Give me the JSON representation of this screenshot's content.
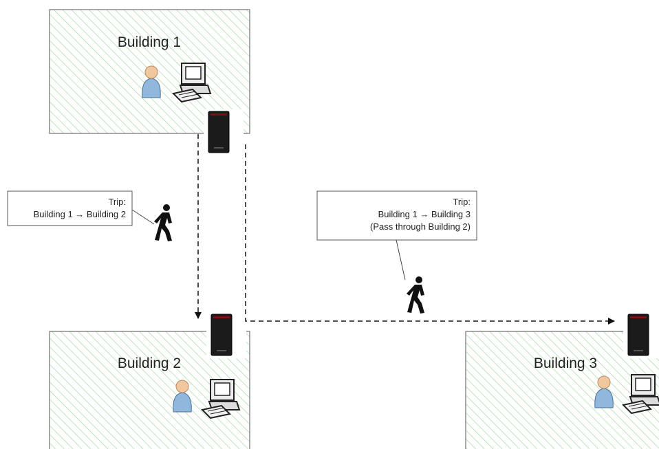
{
  "buildings": {
    "b1": {
      "label": "Building 1"
    },
    "b2": {
      "label": "Building 2"
    },
    "b3": {
      "label": "Building 3"
    }
  },
  "callouts": {
    "trip1": {
      "line1": "Trip:",
      "line2": "Building 1 → Building 2"
    },
    "trip2": {
      "line1": "Trip:",
      "line2": "Building 1 → Building 3",
      "line3": "(Pass through Building 2)"
    }
  },
  "icons": {
    "user": "person-icon",
    "workstation": "computer-icon",
    "reader": "card-reader-icon",
    "walker": "walking-person-icon"
  },
  "colors": {
    "hatch": "#9ed09e",
    "reader_body": "#1a1a1a",
    "reader_accent": "#7a1010",
    "person_shirt": "#8fb8dc",
    "person_skin": "#f0c79e"
  }
}
